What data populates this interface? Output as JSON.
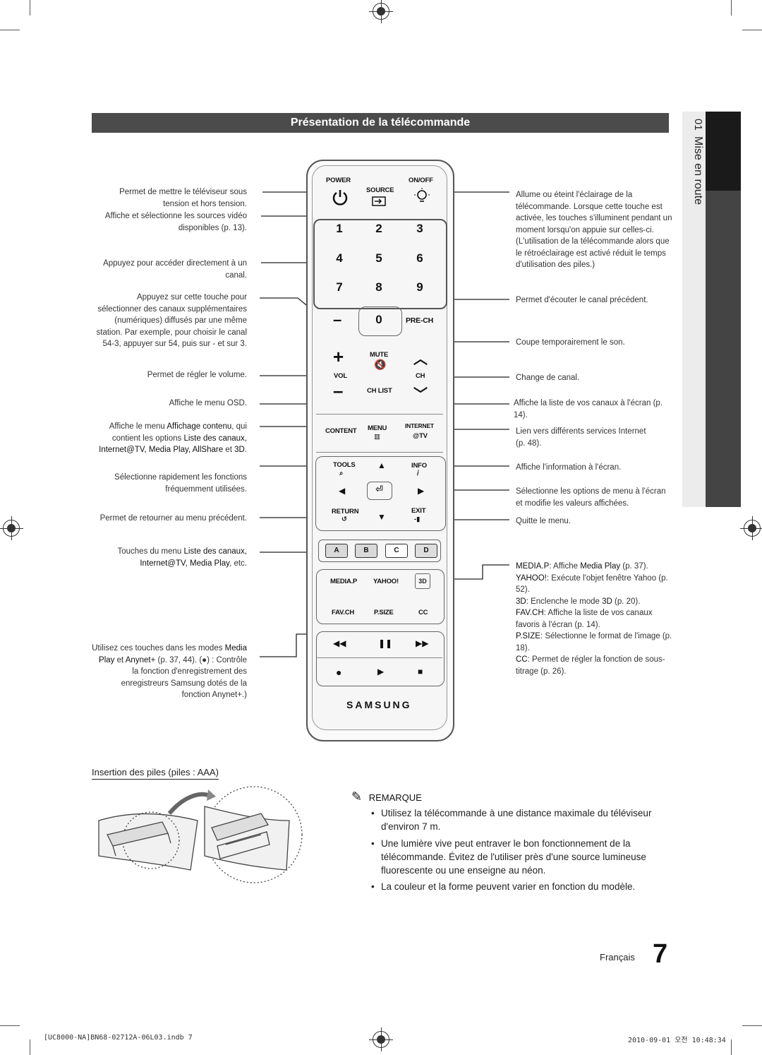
{
  "section_title": "Présentation de la télécommande",
  "side_tab": {
    "chapter": "01",
    "label": "Mise en route"
  },
  "remote": {
    "power": "POWER",
    "on_off": "ON/OFF",
    "source": "SOURCE",
    "numbers": [
      "1",
      "2",
      "3",
      "4",
      "5",
      "6",
      "7",
      "8",
      "9",
      "0"
    ],
    "pre_ch": "PRE-CH",
    "mute": "MUTE",
    "vol": "VOL",
    "ch": "CH",
    "ch_list": "CH LIST",
    "content": "CONTENT",
    "menu": "MENU",
    "internet": "INTERNET",
    "at_tv": "@TV",
    "tools": "TOOLS",
    "info": "INFO",
    "return": "RETURN",
    "exit": "EXIT",
    "color_keys": [
      "A",
      "B",
      "C",
      "D"
    ],
    "media_p": "MEDIA.P",
    "yahoo": "YAHOO!",
    "fav_ch": "FAV.CH",
    "p_size": "P.SIZE",
    "cc": "CC",
    "brand": "SAMSUNG"
  },
  "left_desc": {
    "power": "Permet de mettre le téléviseur sous tension et hors tension.",
    "source": "Affiche et sélectionne les sources vidéo disponibles (p. 13).",
    "numbers": "Appuyez pour accéder directement à un canal.",
    "dash": "Appuyez sur cette touche pour sélectionner des canaux supplémentaires (numériques) diffusés par une même station. Par exemple, pour choisir le canal 54-3, appuyer sur 54, puis sur - et sur 3.",
    "volume": "Permet de régler le volume.",
    "menu": "Affiche le menu OSD.",
    "content_1": "Affiche le menu",
    "content_2": "Affichage contenu",
    "content_3": ", qui contient les options",
    "content_4": "Liste des canaux, Internet@TV, Media Play, AllShare",
    "content_5": "et",
    "content_6": "3D",
    "content_7": ".",
    "tools": "Sélectionne rapidement les fonctions fréquemment utilisées.",
    "return": "Permet de retourner au menu précédent.",
    "color_1": "Touches du menu",
    "color_2": "Liste des canaux, Internet@TV, Media Play",
    "color_3": ", etc.",
    "playback_1": "Utilisez ces touches dans les modes",
    "playback_2": "Media Play",
    "playback_3": "et",
    "playback_4": "Anynet+",
    "playback_5": "(p. 37, 44).",
    "playback_6": "(●) : Contrôle la fonction d'enregistrement des enregistreurs Samsung dotés de la fonction Anynet+.)"
  },
  "right_desc": {
    "on_off": "Allume ou éteint l'éclairage de la télécommande. Lorsque cette touche est activée, les touches s'illuminent pendant un moment lorsqu'on appuie sur celles-ci. (L'utilisation de la télécommande alors que le rétroéclairage est activé réduit le temps d'utilisation des piles.)",
    "pre_ch": "Permet d'écouter le canal précédent.",
    "mute": "Coupe temporairement le son.",
    "ch": "Change de canal.",
    "ch_list": "Affiche la liste de vos canaux à l'écran (p. 14).",
    "internet": "Lien vers différents services Internet (p. 48).",
    "info": "Affiche l'information à l'écran.",
    "arrows": "Sélectionne les options de menu à l'écran et modifie les valeurs affichées.",
    "exit": "Quitte le menu.",
    "media_lines": [
      {
        "key": "MEDIA.P",
        "text": ": Affiche ",
        "hl": "Media Play",
        "tail": " (p. 37)."
      },
      {
        "key": "YAHOO!",
        "text": ": Exécute l'objet fenêtre Yahoo (p. 52).",
        "hl": "",
        "tail": ""
      },
      {
        "key": "3D",
        "text": ": Enclenche le mode ",
        "hl": "3D",
        "tail": " (p. 20)."
      },
      {
        "key": "FAV.CH",
        "text": ": Affiche la liste de vos canaux favoris à l'écran (p. 14).",
        "hl": "",
        "tail": ""
      },
      {
        "key": "P.SIZE",
        "text": ": Sélectionne le format de l'image (p. 18).",
        "hl": "",
        "tail": ""
      },
      {
        "key": "CC",
        "text": ": Permet de régler la fonction de sous-titrage (p. 26).",
        "hl": "",
        "tail": ""
      }
    ]
  },
  "battery_heading": "Insertion des piles (piles : AAA)",
  "remarque": {
    "label": "REMARQUE",
    "notes": [
      "Utilisez la télécommande à une distance maximale du téléviseur d'environ 7 m.",
      "Une lumière vive peut entraver le bon fonctionnement de la télécommande. Évitez de l'utiliser près d'une source lumineuse fluorescente ou une enseigne au néon.",
      "La couleur et la forme peuvent varier en fonction du modèle."
    ]
  },
  "page_label": "Français",
  "page_number": "7",
  "footer_left": "[UC8000-NA]BN68-02712A-06L03.indb   7",
  "footer_right": "2010-09-01   오전 10:48:34",
  "colors": {
    "title_bar": "#4b4b4b",
    "tab_dark": "#1a1a1a",
    "tab_grey": "#444444"
  }
}
